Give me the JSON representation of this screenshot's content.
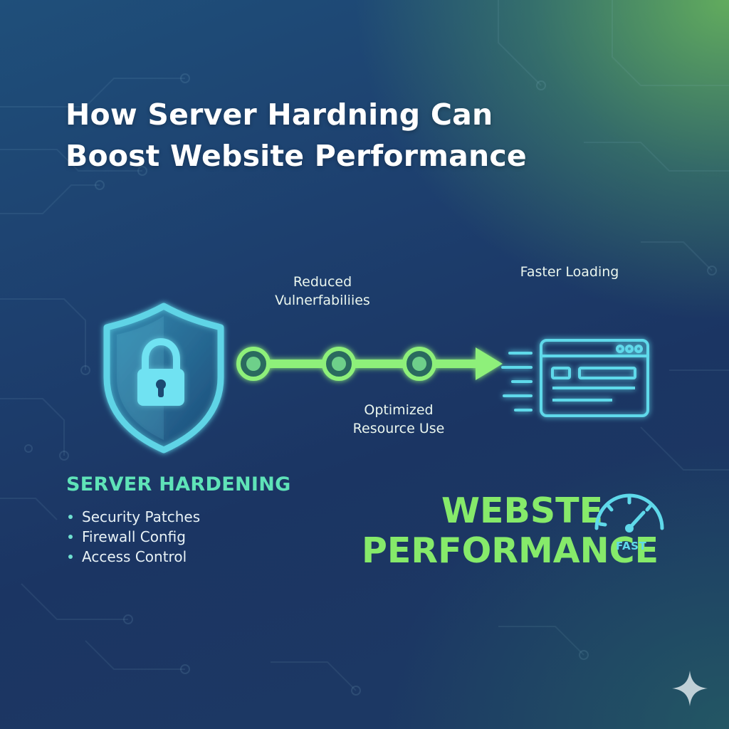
{
  "title": {
    "line1": "How Server Hardning Can",
    "line2": "Boost Website Performance"
  },
  "flow": {
    "label_reduced": "Reduced Vulnerfabiliies",
    "label_faster": "Faster Loading",
    "label_optimized": "Optimized Resource Use"
  },
  "hardening": {
    "title": "SERVER HARDENING",
    "items": [
      "Security Patches",
      "Firewall Config",
      "Access Control"
    ]
  },
  "performance": {
    "line1": "WEBSTE",
    "line2": "PERFORMANCE",
    "gauge_label": "FAST"
  },
  "colors": {
    "shield": "#5fd4e6",
    "arrow": "#8ef07a",
    "browser": "#5fd9ea",
    "hardening_title": "#5fe3b8",
    "performance_text": "#86ea6a"
  },
  "icons": {
    "shield": "shield-lock-icon",
    "browser": "browser-window-icon",
    "gauge": "speedometer-icon",
    "sparkle": "sparkle-icon"
  }
}
